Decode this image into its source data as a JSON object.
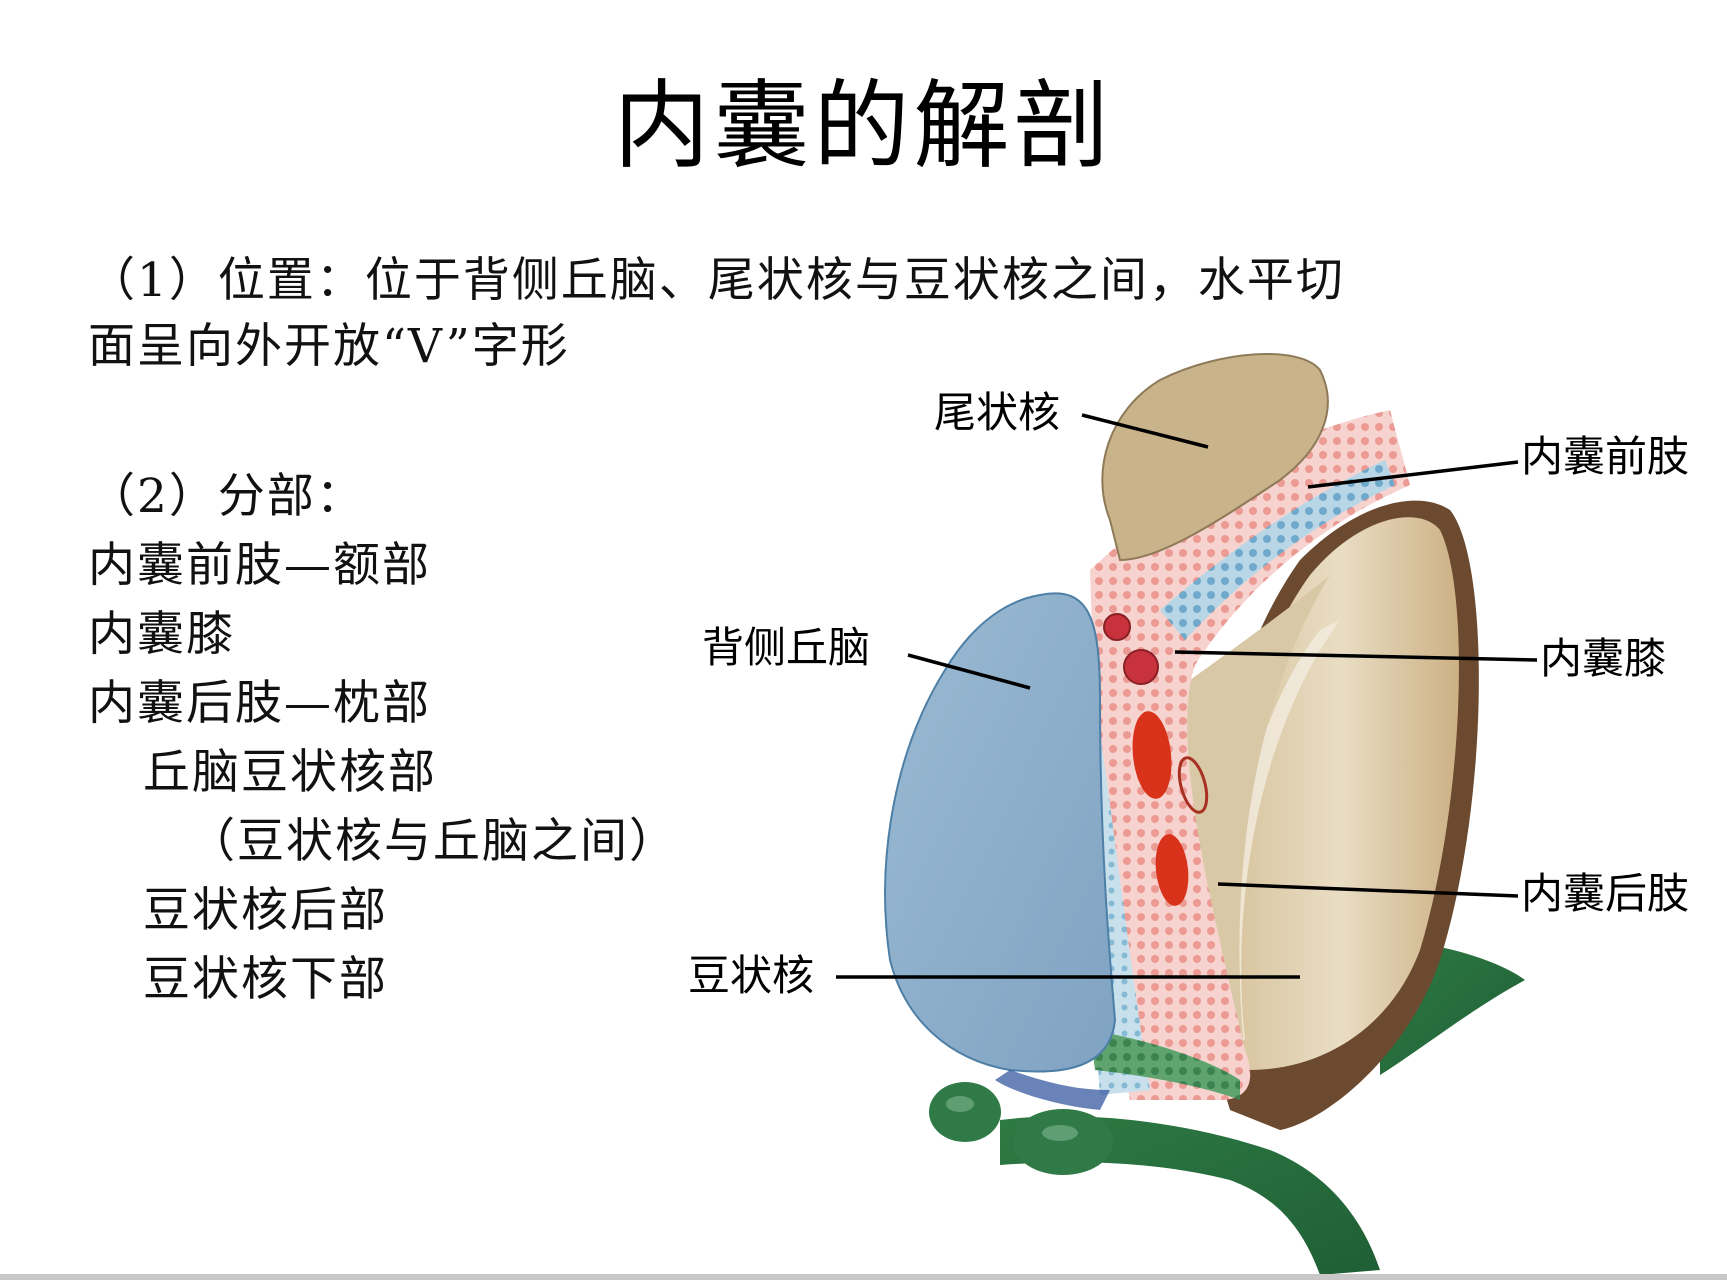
{
  "slide": {
    "title": "内囊的解剖",
    "location": {
      "line1": "（1）位置：位于背侧丘脑、尾状核与豆状核之间，水平切",
      "line2": "面呈向外开放“V”字形"
    },
    "parts": {
      "heading": "（2）分部：",
      "items": [
        {
          "text": "内囊前肢—额部",
          "level": 0
        },
        {
          "text": "内囊膝",
          "level": 0
        },
        {
          "text": "内囊后肢—枕部",
          "level": 0
        },
        {
          "text": "丘脑豆状核部",
          "level": 1
        },
        {
          "text": "（豆状核与丘脑之间）",
          "level": 2
        },
        {
          "text": "豆状核后部",
          "level": 1
        },
        {
          "text": "豆状核下部",
          "level": 1
        }
      ]
    }
  },
  "diagram": {
    "labels": {
      "caudate": "尾状核",
      "anterior_limb": "内囊前肢",
      "thalamus": "背侧丘脑",
      "genu": "内囊膝",
      "posterior_limb": "内囊后肢",
      "lentiform": "豆状核"
    },
    "colors": {
      "caudate": "#c9b38a",
      "thalamus": "#8fb0cc",
      "capsule_pink": "#f2b9b4",
      "capsule_blue": "#8fbcd6",
      "lentiform": "#d8c39a",
      "putamen_rim": "#6b4a30",
      "vessel_red": "#d42a1e",
      "tract_green": "#2f7d45"
    }
  }
}
